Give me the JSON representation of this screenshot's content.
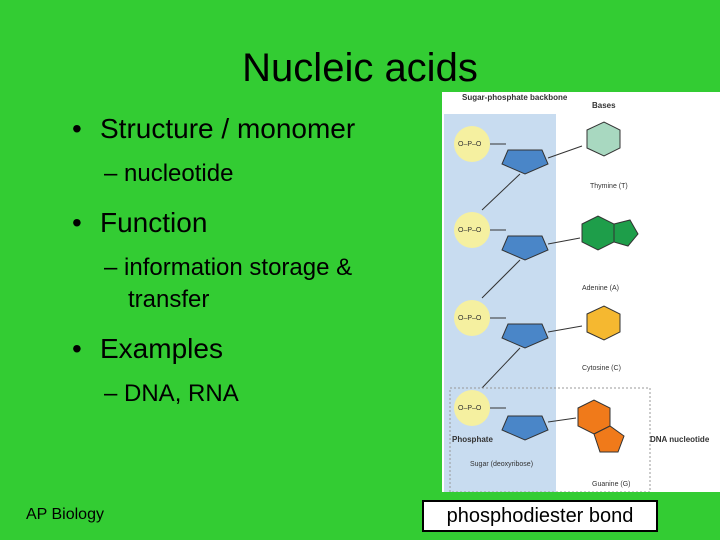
{
  "slide": {
    "title": "Nucleic acids",
    "footer": "AP Biology",
    "caption": "phosphodiester bond"
  },
  "bullets": [
    {
      "label": "Structure / monomer",
      "sub": [
        "– nucleotide"
      ]
    },
    {
      "label": "Function",
      "sub": [
        "– information storage & transfer"
      ]
    },
    {
      "label": "Examples",
      "sub": [
        "– DNA, RNA"
      ]
    }
  ],
  "diagram": {
    "header_backbone": "Sugar-phosphate backbone",
    "header_bases": "Bases",
    "bases": [
      "Thymine (T)",
      "Adenine (A)",
      "Cytosine (C)",
      "Guanine (G)"
    ],
    "label_phosphate": "Phosphate",
    "label_sugar": "Sugar (deoxyribose)",
    "label_nucleotide": "DNA nucleotide",
    "colors": {
      "backbone_band": "#c8dcf0",
      "phosphate": "#f5f0a0",
      "sugar": "#4a86c8",
      "thymine": "#a8d8c0",
      "adenine": "#1e9e4a",
      "cytosine": "#f5b830",
      "guanine": "#f07a1a"
    }
  }
}
